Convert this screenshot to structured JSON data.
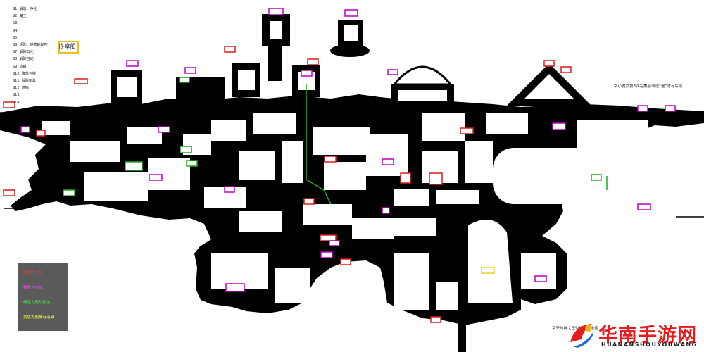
{
  "legend_list": [
    "S1: 解放，净化",
    "S2: 魔王",
    "S3:",
    "S4:",
    "S5:",
    "S6: 钥匙，钟表的秘密",
    "S7: 解除石化",
    "S8: 解除自动",
    "S9: 隐藏",
    "S10: 降落与钟",
    "S11: 解除面具",
    "S12: 送梅",
    "S13:",
    "S14:"
  ],
  "prologue_label": "序章船",
  "note_right": "幸小魔女第3次完美必须选“是”才有后续",
  "note_bottom": "幸来与神之王讨伐战参选区",
  "color_legend": {
    "red": "红色为主线",
    "purple": "紫色为NPC",
    "green": "绿色为契约相关",
    "yellow": "黄色为超稀有道具"
  },
  "brand": {
    "name": "华南手游网",
    "domain": "HUANANSHOUYOUWANG"
  },
  "colors": {
    "red": "#d81e1e",
    "purple": "#c000c0",
    "green": "#1faa1f",
    "yellow": "#e6d21a",
    "ink": "#000000"
  }
}
